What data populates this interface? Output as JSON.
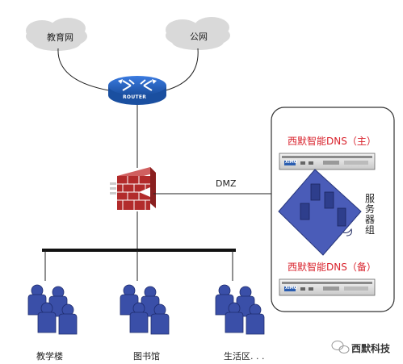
{
  "clouds": {
    "left": "教育网",
    "right": "公网"
  },
  "router": {
    "label": "ROUTER"
  },
  "dmz": {
    "label": "DMZ"
  },
  "server_group": {
    "primary": "西默智能DNS（主）",
    "backup": "西默智能DNS（备）",
    "vertical_label": [
      "服",
      "务",
      "器",
      "组"
    ],
    "device_brand": "XIMO"
  },
  "clients": [
    {
      "label": "教学楼"
    },
    {
      "label": "图书馆"
    },
    {
      "label": "生活区. . ."
    }
  ],
  "watermark": {
    "text": "西默科技",
    "icon": "wechat-icon"
  },
  "colors": {
    "cloud": "#d9d9d9",
    "router": "#1f5fbf",
    "firewall": "#b22b2b",
    "people": "#3a4fa8",
    "accent_red": "#d9232d",
    "panel_border": "#444444"
  }
}
